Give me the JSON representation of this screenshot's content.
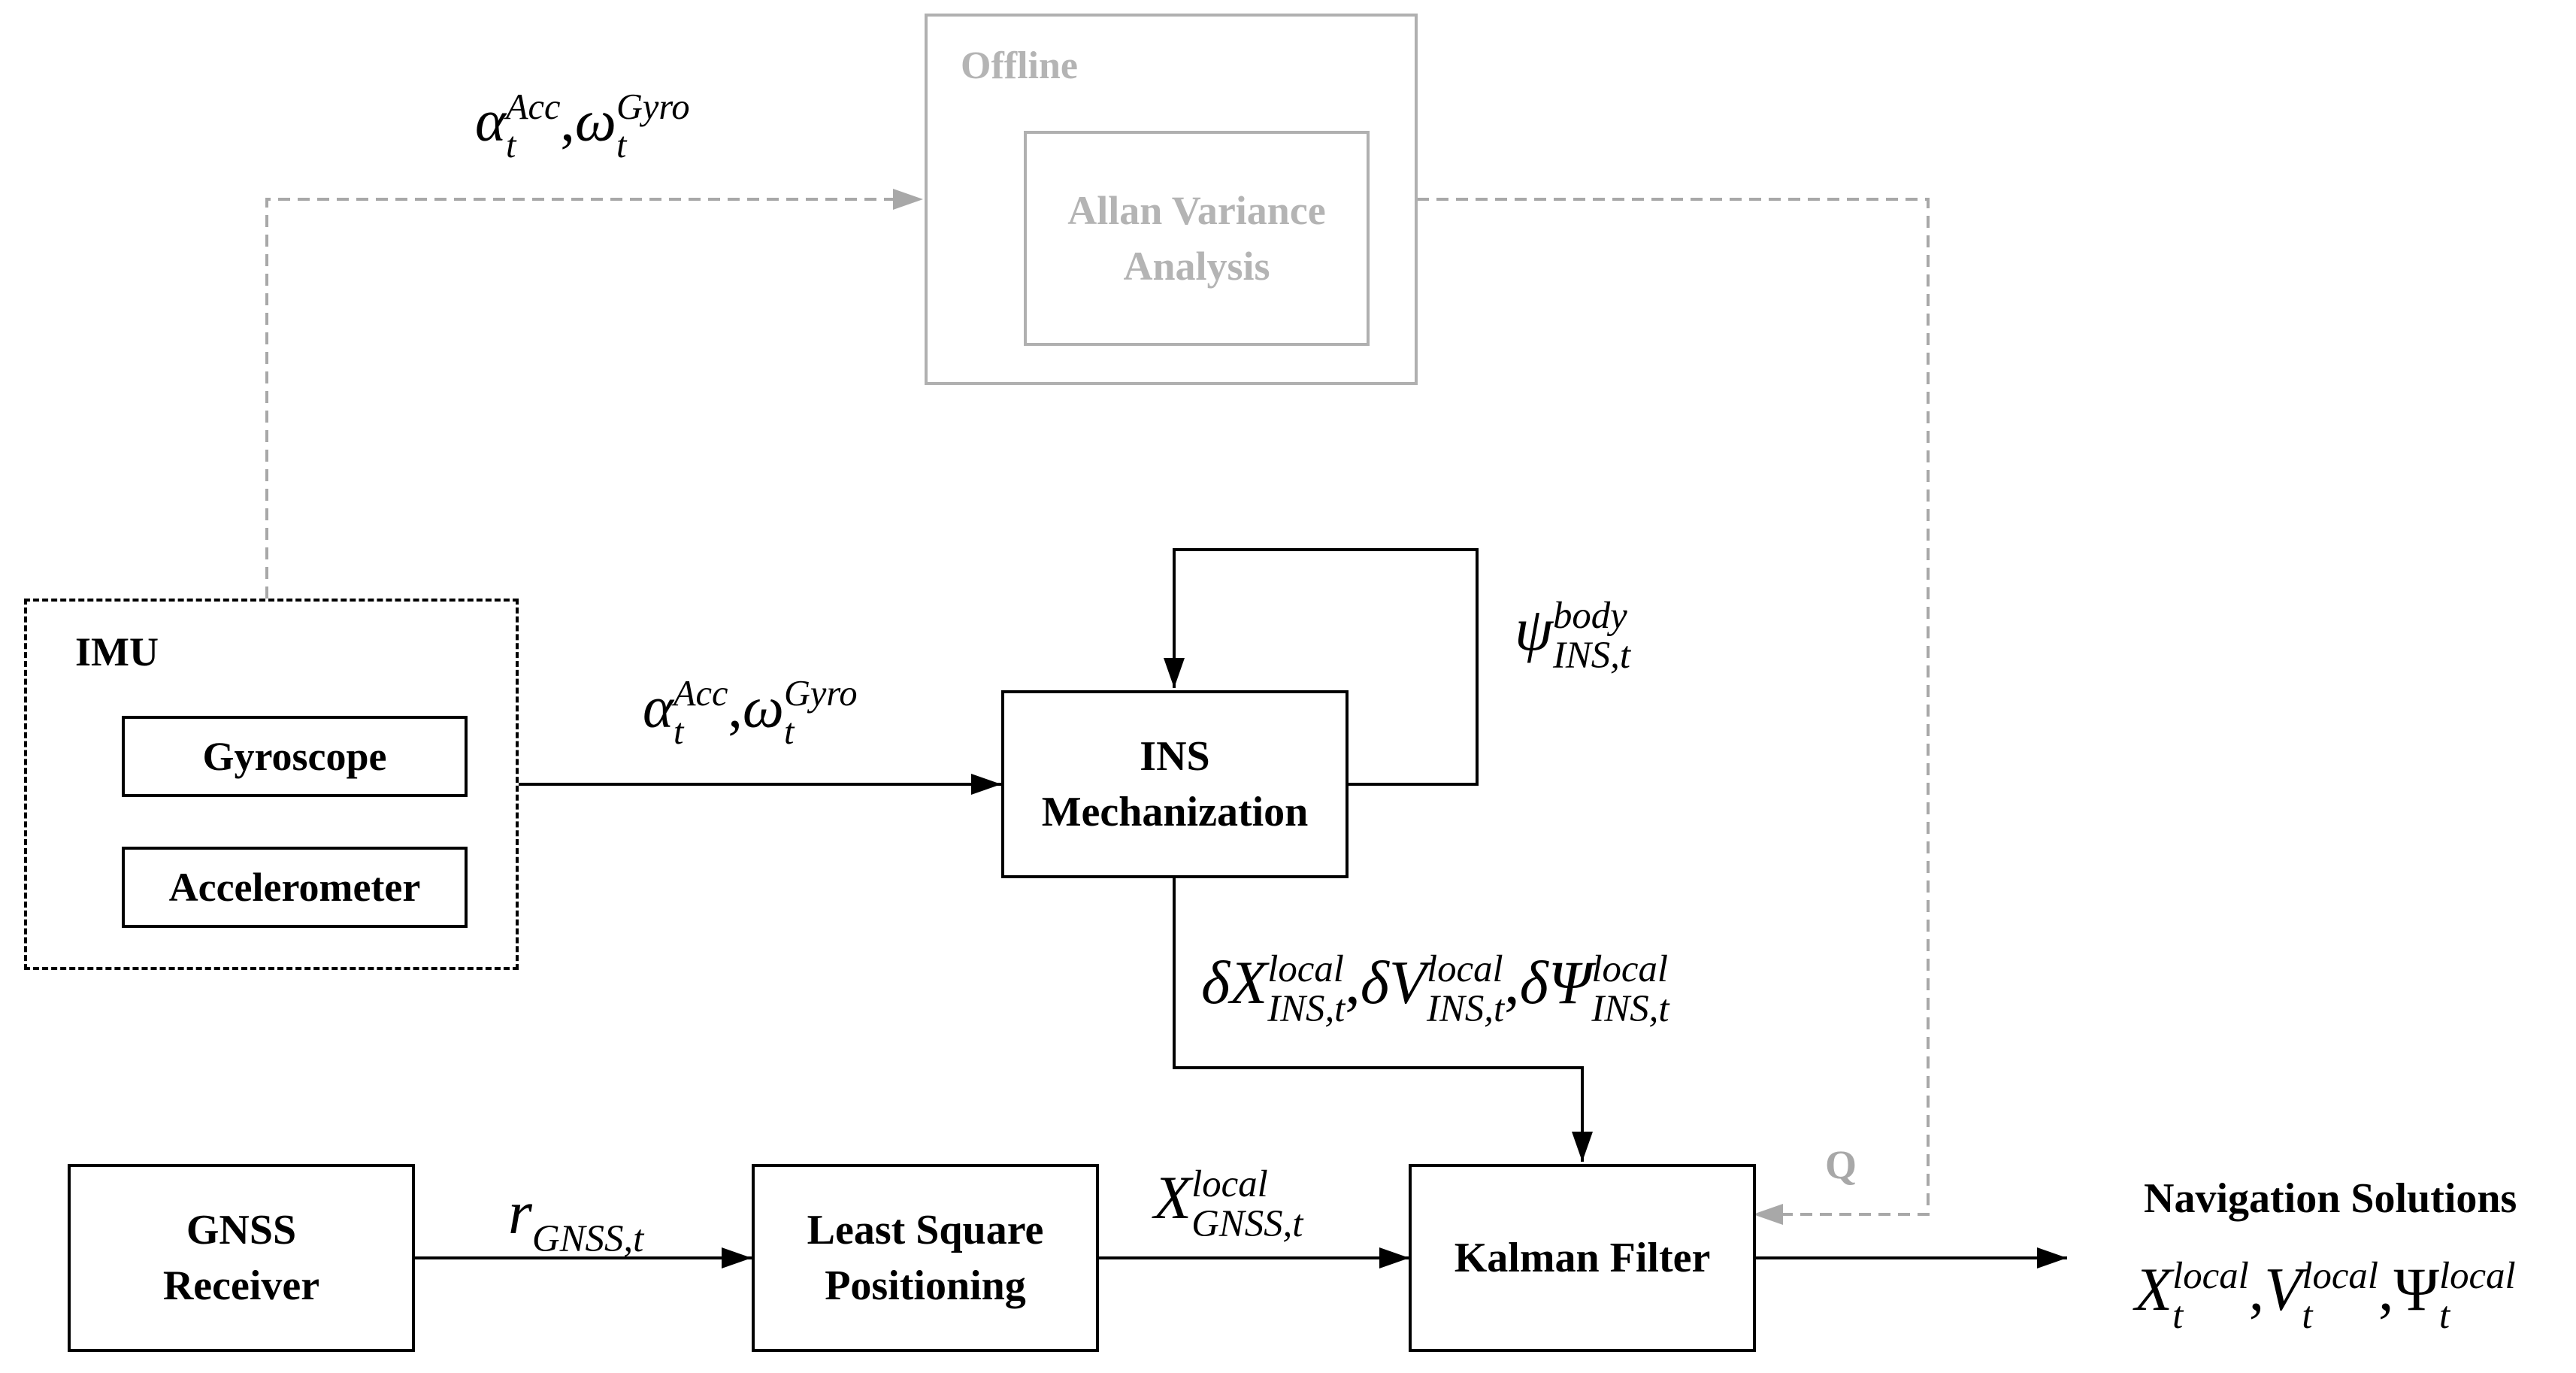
{
  "boxes": {
    "offline": {
      "label": "Offline"
    },
    "allan": {
      "label": "Allan Variance Analysis"
    },
    "imu": {
      "label": "IMU"
    },
    "gyroscope": {
      "label": "Gyroscope"
    },
    "accelerometer": {
      "label": "Accelerometer"
    },
    "ins": {
      "label": "INS Mechanization"
    },
    "gnss_receiver": {
      "label": "GNSS Receiver"
    },
    "least_square": {
      "label": "Least Square Positioning"
    },
    "kalman": {
      "label": "Kalman Filter"
    }
  },
  "labels": {
    "q": "Q",
    "navigation_title": "Navigation Solutions"
  },
  "math": {
    "imu_top": {
      "alpha": "α",
      "acc": "Acc",
      "omega": "ω",
      "gyro": "Gyro",
      "t": "t"
    },
    "imu_mid": {
      "alpha": "α",
      "acc": "Acc",
      "omega": "ω",
      "gyro": "Gyro",
      "t": "t"
    },
    "psi": {
      "sym": "ψ",
      "sup": "body",
      "sub": "INS,t"
    },
    "delta": {
      "dx": "δX",
      "dv": "δV",
      "dpsi": "δΨ",
      "sup": "local",
      "sub": "INS,t"
    },
    "r_gnss": {
      "sym": "r",
      "sub": "GNSS,t"
    },
    "x_gnss": {
      "sym": "X",
      "sup": "local",
      "sub": "GNSS,t"
    },
    "nav": {
      "x": "X",
      "v": "V",
      "psi": "Ψ",
      "sup": "local",
      "sub": "t"
    }
  }
}
